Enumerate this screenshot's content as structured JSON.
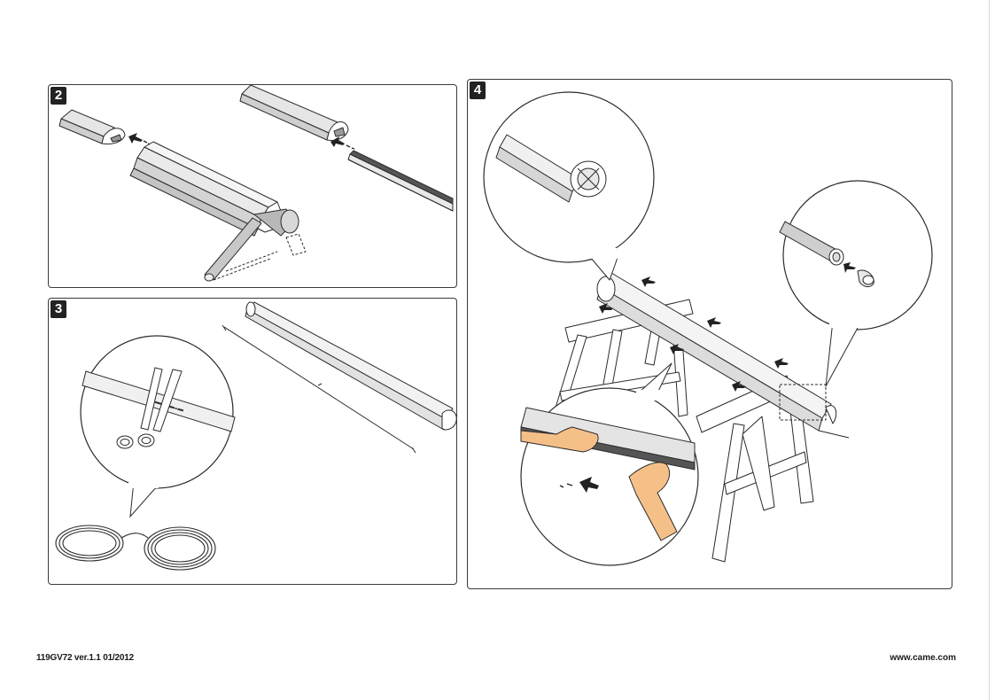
{
  "steps": {
    "step2": {
      "number": "2"
    },
    "step3": {
      "number": "3"
    },
    "step4": {
      "number": "4"
    }
  },
  "footer": {
    "document_code": "119GV72 ver.1.1 01/2012",
    "website": "www.came.com"
  },
  "colors": {
    "outline": "#2b2b2b",
    "badge": "#222222",
    "skin": "#f5c088",
    "shade": "#b8b8b8"
  }
}
